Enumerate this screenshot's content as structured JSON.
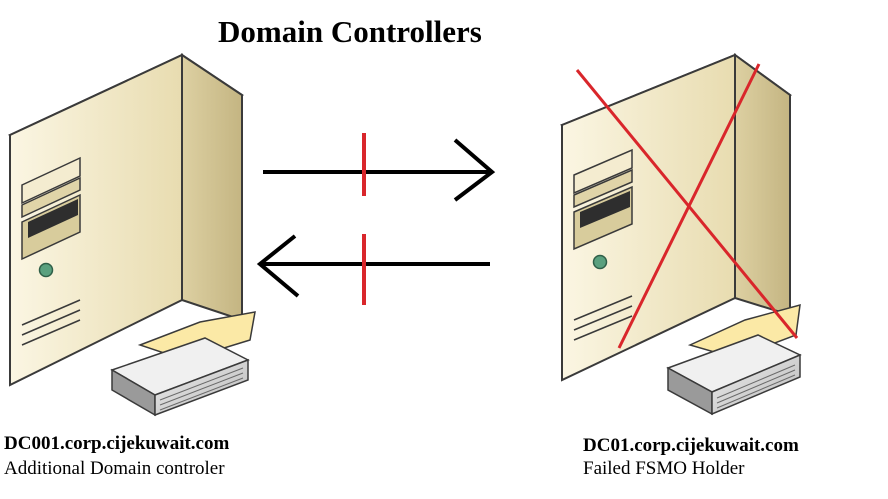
{
  "title": "Domain Controllers",
  "servers": [
    {
      "hostname": "DC001.corp.cijekuwait.com",
      "role": "Additional Domain controler",
      "failed": false
    },
    {
      "hostname": "DC01.corp.cijekuwait.com",
      "role": "Failed FSMO Holder",
      "failed": true
    }
  ],
  "colors": {
    "server_body": "#f2e8c4",
    "server_shadow": "#c9bc8f",
    "outline": "#3a3a3a",
    "failure_cross": "#d9262b",
    "blocked_mark": "#d9262b",
    "arrow": "#000000",
    "book_yellow": "#fbe9a6"
  },
  "icons": {
    "server": "server-tower-icon",
    "book": "book-icon",
    "failed_mark": "red-x-icon"
  }
}
